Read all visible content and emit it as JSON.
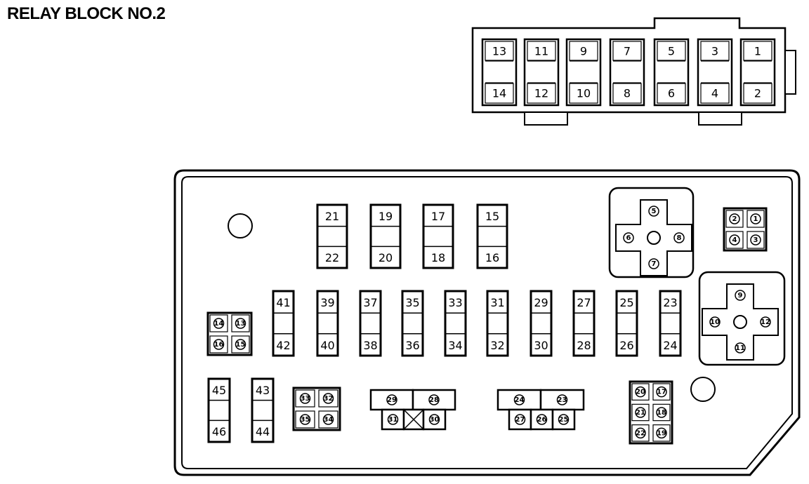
{
  "title": "RELAY BLOCK NO.2",
  "top_connector": {
    "pairs": [
      [
        "13",
        "14"
      ],
      [
        "11",
        "12"
      ],
      [
        "9",
        "10"
      ],
      [
        "7",
        "8"
      ],
      [
        "5",
        "6"
      ],
      [
        "3",
        "4"
      ],
      [
        "1",
        "2"
      ]
    ]
  },
  "fuses": {
    "row1": [
      [
        "21",
        "22"
      ],
      [
        "19",
        "20"
      ],
      [
        "17",
        "18"
      ],
      [
        "15",
        "16"
      ]
    ],
    "row2": [
      [
        "41",
        "42"
      ],
      [
        "39",
        "40"
      ],
      [
        "37",
        "38"
      ],
      [
        "35",
        "36"
      ],
      [
        "33",
        "34"
      ],
      [
        "31",
        "32"
      ],
      [
        "29",
        "30"
      ],
      [
        "27",
        "28"
      ],
      [
        "25",
        "26"
      ],
      [
        "23",
        "24"
      ]
    ],
    "row3": [
      [
        "45",
        "46"
      ],
      [
        "43",
        "44"
      ]
    ]
  },
  "cross_relays": [
    {
      "top": "5",
      "left": "6",
      "right": "8",
      "bottom": "7"
    },
    {
      "top": "9",
      "left": "10",
      "right": "12",
      "bottom": "11"
    }
  ],
  "quad_relays": [
    {
      "cells": [
        "2",
        "1",
        "4",
        "3"
      ]
    },
    {
      "cells": [
        "14",
        "13",
        "16",
        "15"
      ]
    },
    {
      "cells": [
        "33",
        "32",
        "35",
        "34"
      ]
    }
  ],
  "block_relays": [
    {
      "top": [
        "29",
        "28"
      ],
      "bottom": [
        "31",
        "30"
      ]
    },
    {
      "top": [
        "24",
        "23"
      ],
      "bottom": [
        "27",
        "26",
        "25"
      ]
    }
  ],
  "tall_relay": {
    "cells": [
      "20",
      "17",
      "21",
      "18",
      "22",
      "19"
    ]
  }
}
